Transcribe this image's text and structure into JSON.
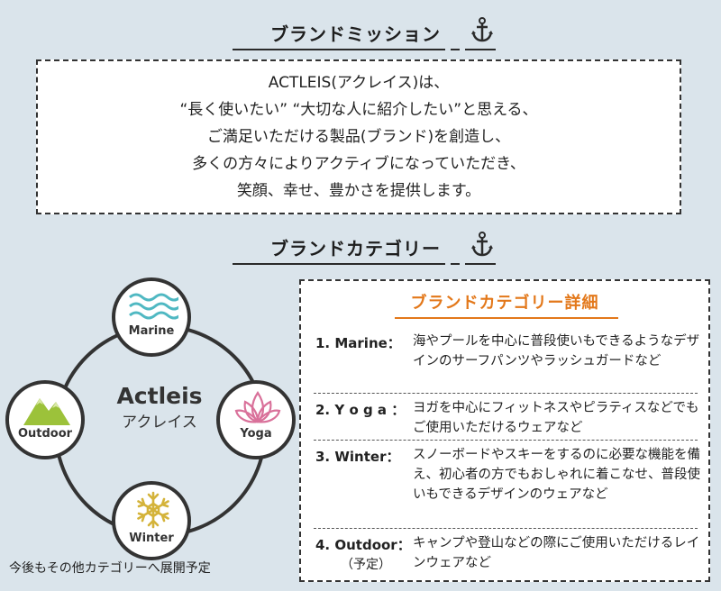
{
  "mission": {
    "heading": "ブランドミッション",
    "lines": [
      "ACTLEIS(アクレイス)は、",
      "“長く使いたい” “大切な人に紹介したい”と思える、",
      "ご満足いただける製品(ブランド)を創造し、",
      "多くの方々によりアクティブになっていただき、",
      "笑顔、幸せ、豊かさを提供します。"
    ]
  },
  "category": {
    "heading": "ブランドカテゴリー",
    "center_name": "Actleis",
    "center_kana": "アクレイス",
    "nodes": {
      "marine": "Marine",
      "outdoor": "Outdoor",
      "yoga": "Yoga",
      "winter": "Winter"
    },
    "footnote": "今後もその他カテゴリーへ展開予定"
  },
  "detail": {
    "title": "ブランドカテゴリー詳細",
    "items": [
      {
        "label": "1. Marine：",
        "sub": "",
        "desc": "海やプールを中心に普段使いもできるようなデザインのサーフパンツやラッシュガードなど"
      },
      {
        "label": "2. Y o g a ：",
        "sub": "",
        "desc": "ヨガを中心にフィットネスやピラティスなどでもご使用いただけるウェアなど"
      },
      {
        "label": "3. Winter：",
        "sub": "",
        "desc": "スノーボードやスキーをするのに必要な機能を備え、初心者の方でもおしゃれに着こなせ、普段使いもできるデザインのウェアなど"
      },
      {
        "label": "4. Outdoor：",
        "sub": "（予定）",
        "desc": "キャンプや登山などの際にご使用いただけるレインウェアなど"
      }
    ]
  },
  "colors": {
    "background": "#dae4eb",
    "accent_orange": "#e3781a",
    "marine_teal": "#4fb8c2",
    "yoga_pink": "#d9719a",
    "winter_gold": "#d4b33a",
    "outdoor_green": "#9cc23a"
  },
  "icons": {
    "heading": "anchor-icon",
    "marine": "waves-icon",
    "yoga": "lotus-icon",
    "winter": "snowflake-icon",
    "outdoor": "mountain-icon"
  }
}
